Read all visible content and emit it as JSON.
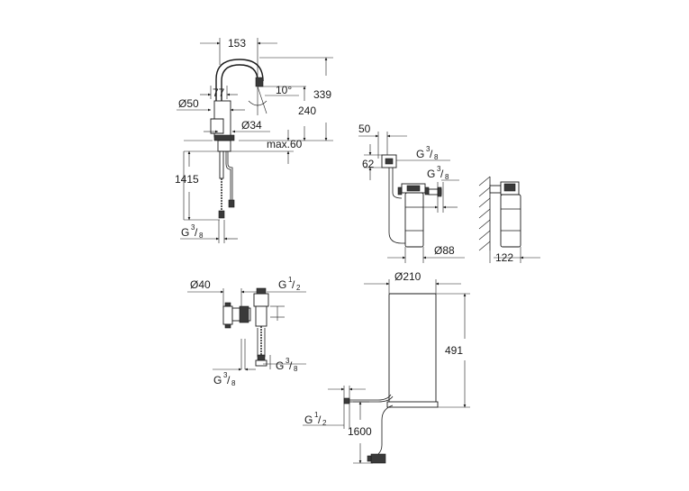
{
  "faucet": {
    "dim_width": "153",
    "dim_height": "339",
    "dim_spout_offset": "77",
    "dim_angle": "10°",
    "dim_spout_height": "240",
    "dim_body_dia": "Ø50",
    "dim_hole_dia": "Ø34",
    "dim_counter_max": "max.60",
    "dim_hose_length": "1415",
    "thread_g": "G",
    "thread_num": "3",
    "thread_den": "8"
  },
  "filter": {
    "dim_offset": "50",
    "dim_drop": "62",
    "thread_top_g": "G",
    "thread_top_num": "3",
    "thread_top_den": "8",
    "thread_side_g": "G",
    "thread_side_num": "3",
    "thread_side_den": "8",
    "dim_dia": "Ø88",
    "dim_depth": "122"
  },
  "valve": {
    "dim_dia": "Ø40",
    "thread_top_g": "G",
    "thread_top_num": "1",
    "thread_top_den": "2",
    "thread_bl_g": "G",
    "thread_bl_num": "3",
    "thread_bl_den": "8",
    "thread_br_g": "G",
    "thread_br_num": "3",
    "thread_br_den": "8"
  },
  "boiler": {
    "dim_dia": "Ø210",
    "dim_height": "491",
    "thread_g": "G",
    "thread_num": "1",
    "thread_den": "2",
    "dim_cable": "1600"
  }
}
